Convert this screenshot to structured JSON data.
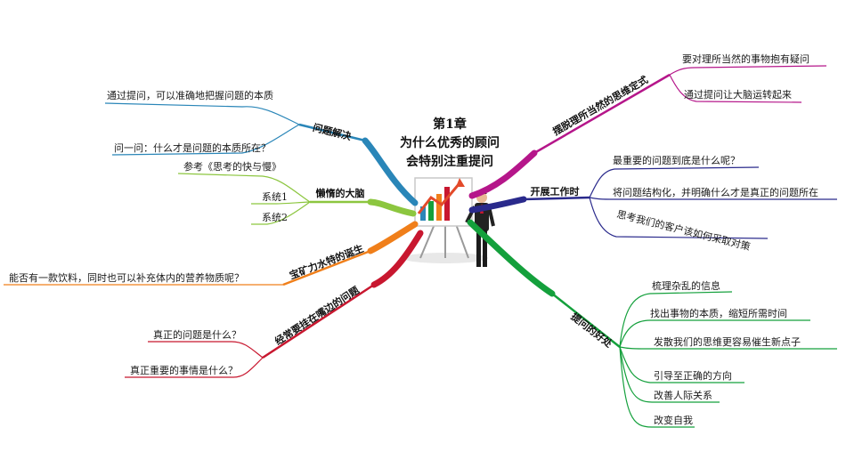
{
  "center": {
    "title_lines": [
      "第1章",
      "为什么优秀的顾问",
      "会特别注重提问"
    ]
  },
  "branches": {
    "problem": {
      "label": "问题解决",
      "color": "#2a86b8",
      "children": [
        "通过提问，可以准确地把握问题的本质",
        "问一问：什么才是问题的本质所在？"
      ]
    },
    "lazy": {
      "label": "懒惰的大脑",
      "color": "#8cc63f",
      "children": [
        "参考《思考的快与慢》",
        "系统1",
        "系统2"
      ]
    },
    "baokuang": {
      "label": "宝矿力水特的诞生",
      "color": "#f07f1a",
      "children": [
        "能否有一款饮料，同时也可以补充体内的营养物质呢？"
      ]
    },
    "often": {
      "label": "经常要挂在嘴边的问题",
      "color": "#c8172f",
      "children": [
        "真正的问题是什么？",
        "真正重要的事情是什么？"
      ]
    },
    "breakfree": {
      "label": "摆脱理所当然的思维定式",
      "color": "#b5168a",
      "children": [
        "要对理所当然的事物抱有疑问",
        "通过提问让大脑运转起来"
      ]
    },
    "work": {
      "label": "开展工作时",
      "color": "#2a2a8c",
      "children": [
        "最重要的问题到底是什么呢？",
        "将问题结构化，并明确什么才是真正的问题所在",
        "思考我们的客户该如何采取对策"
      ]
    },
    "benefit": {
      "label": "提问的好处",
      "color": "#14a03c",
      "children": [
        "梳理杂乱的信息",
        "找出事物的本质，缩短所需时间",
        "发散我们的思维更容易催生新点子",
        "引导至正确的方向",
        "改善人际关系",
        "改变自我"
      ]
    }
  }
}
